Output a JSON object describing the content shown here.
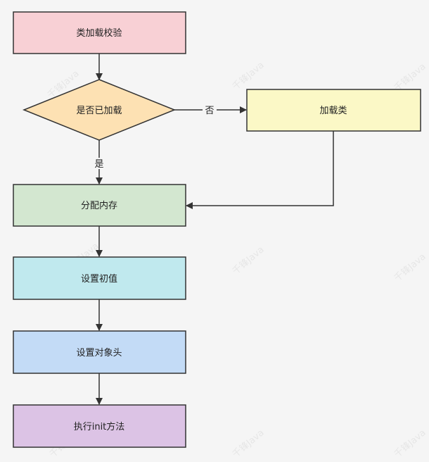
{
  "watermark": "千锋Java",
  "nodes": {
    "class_load_check": "类加载校验",
    "is_loaded": "是否已加载",
    "load_class": "加载类",
    "alloc_memory": "分配内存",
    "set_initial": "设置初值",
    "set_header": "设置对象头",
    "exec_init": "执行init方法"
  },
  "edges": {
    "no": "否",
    "yes": "是"
  },
  "colors": {
    "class_load_check": "#f8d0d5",
    "is_loaded": "#fde1b3",
    "load_class": "#fbf8c6",
    "alloc_memory": "#d3e7d0",
    "set_initial": "#c0e9ee",
    "set_header": "#c3dbf6",
    "exec_init": "#dcc3e5"
  }
}
